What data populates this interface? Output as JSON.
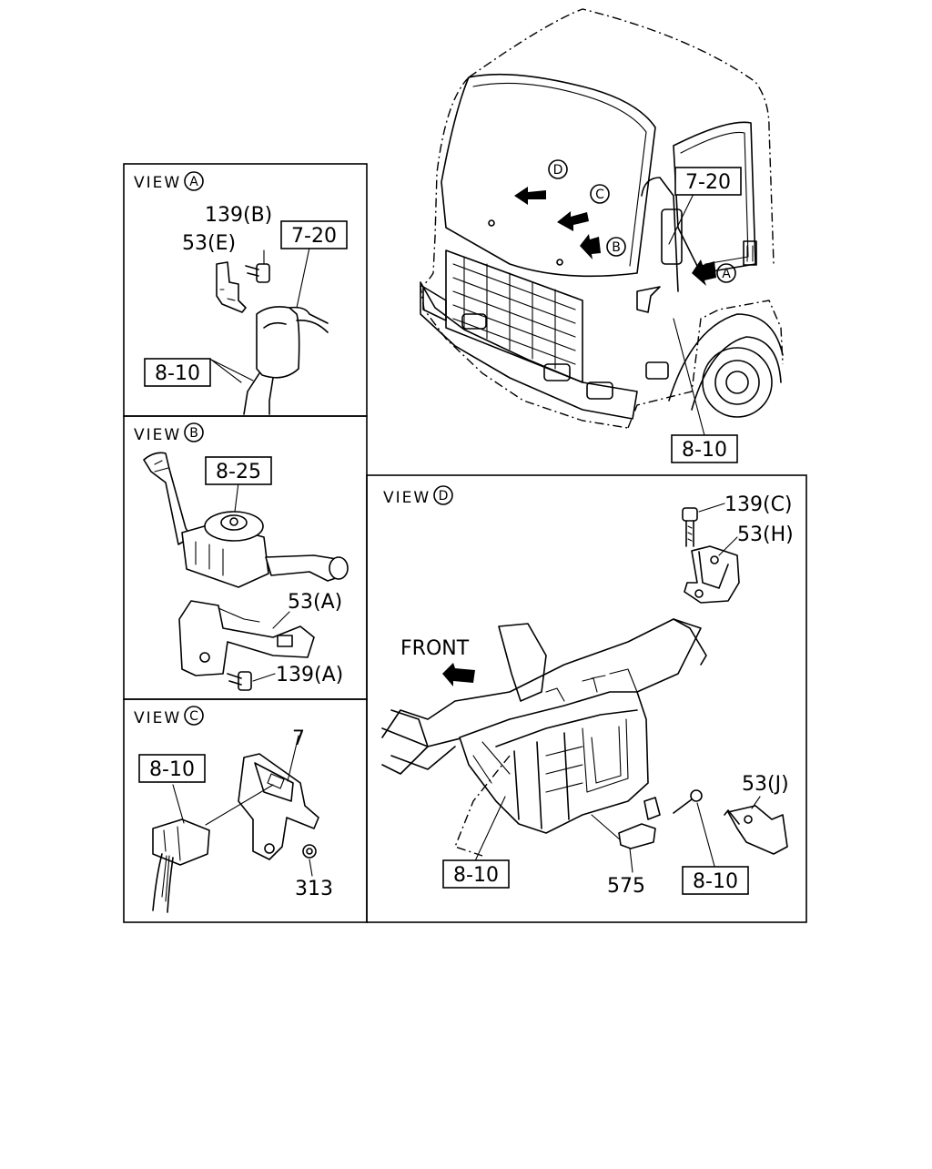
{
  "view_titles": {
    "a": "VIEW",
    "b": "VIEW",
    "c": "VIEW",
    "d": "VIEW"
  },
  "view_letters": {
    "a": "A",
    "b": "B",
    "c": "C",
    "d": "D"
  },
  "truck_markers": [
    "D",
    "C",
    "B",
    "A"
  ],
  "labels": {
    "truck_ref_7_20": "7-20",
    "truck_ref_8_10": "8-10",
    "a_139b": "139(B)",
    "a_53e": "53(E)",
    "a_ref_7_20": "7-20",
    "a_ref_8_10": "8-10",
    "b_ref_8_25": "8-25",
    "b_53a": "53(A)",
    "b_139a": "139(A)",
    "c_ref_8_10": "8-10",
    "c_7": "7",
    "c_313": "313",
    "d_139c": "139(C)",
    "d_53h": "53(H)",
    "d_front": "FRONT",
    "d_53j": "53(J)",
    "d_ref_8_10_left": "8-10",
    "d_575": "575",
    "d_ref_8_10_right": "8-10"
  }
}
